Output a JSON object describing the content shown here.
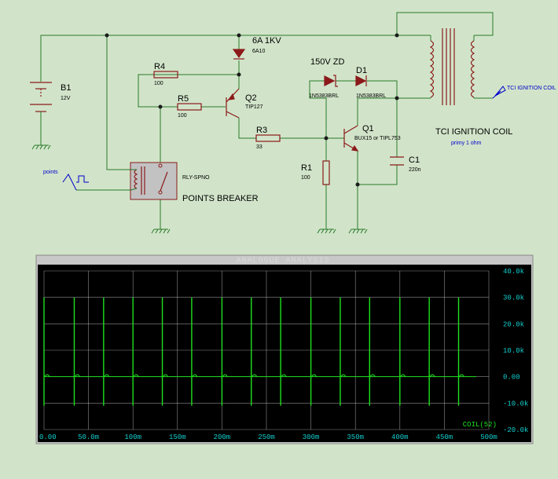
{
  "schematic": {
    "b1": {
      "name": "B1",
      "value": "12V"
    },
    "fuse": {
      "name": "6A 1KV",
      "value": "6A10"
    },
    "r4": {
      "name": "R4",
      "value": "100"
    },
    "r5": {
      "name": "R5",
      "value": "100"
    },
    "q2": {
      "name": "Q2",
      "value": "TIP127"
    },
    "r3": {
      "name": "R3",
      "value": "33"
    },
    "zener": {
      "name": "150V ZD",
      "value": "1N5383BRL"
    },
    "d1": {
      "name": "D1",
      "value": "1N5383BRL"
    },
    "q1": {
      "name": "Q1",
      "value": "BUX15 or TIPL753"
    },
    "r1": {
      "name": "R1",
      "value": "100"
    },
    "c1": {
      "name": "C1",
      "value": "220n"
    },
    "relay": {
      "value": "RLY-SPNO",
      "label": "POINTS BREAKER"
    },
    "points_label": "points",
    "coil": {
      "label": "TCI IGNITION COIL",
      "sub": "primy 1 ohm"
    },
    "output_label": "TCI IGNITION COIL"
  },
  "analysis": {
    "title": "ANALOGUE ANALYSIS",
    "trace_label": "COIL(52)",
    "colors": {
      "trace": "#1ee01e",
      "axis_text": "#11cfcf",
      "background": "#000000",
      "grid": "#ffffff"
    }
  },
  "chart_data": {
    "type": "line",
    "title": "ANALOGUE ANALYSIS",
    "xlabel": "",
    "ylabel": "",
    "xlim": [
      0,
      0.5
    ],
    "ylim": [
      -20000,
      40000
    ],
    "x_ticks": [
      "0.00",
      "50.0m",
      "100m",
      "150m",
      "200m",
      "250m",
      "300m",
      "350m",
      "400m",
      "450m",
      "500m"
    ],
    "y_ticks": [
      "40.0k",
      "30.0k",
      "20.0k",
      "10.0k",
      "0.00",
      "-10.0k",
      "-20.0k"
    ],
    "series": [
      {
        "name": "COIL(52)",
        "spike_times": [
          0.0,
          0.034,
          0.067,
          0.1,
          0.133,
          0.166,
          0.2,
          0.233,
          0.266,
          0.3,
          0.333,
          0.366,
          0.4,
          0.433,
          0.466
        ],
        "spike_peak": 30000,
        "spike_trough": -11000,
        "baseline": 0
      }
    ],
    "grid": true,
    "legend": "bottom-right"
  }
}
